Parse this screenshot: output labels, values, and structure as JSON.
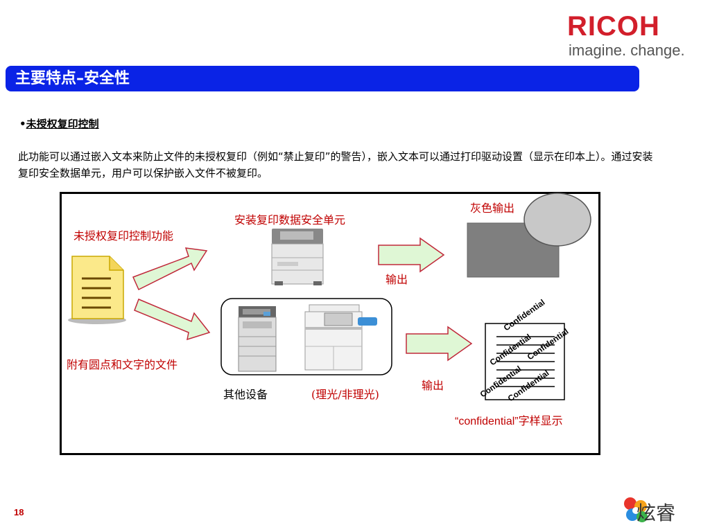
{
  "logo": {
    "word": "RICOH",
    "tagline": "imagine. change."
  },
  "title": "主要特点–安全性",
  "bullet": {
    "mark": "•",
    "text": "未授权复印控制"
  },
  "paragraph": "此功能可以通过嵌入文本来防止文件的未授权复印（例如“禁止复印”的警告），嵌入文本可以通过打印驱动设置（显示在印本上）。通过安装复印安全数据单元，用户可以保护嵌入文件不被复印。",
  "diagram": {
    "left_top_label": "未授权复印控制功能",
    "left_bottom_label": "附有圆点和文字的文件",
    "top_device_label": "安装复印数据安全单元",
    "output_label_top": "输出",
    "gray_output_label": "灰色输出",
    "other_devices_label": "其他设备",
    "paren_label": "(理光/非理光)",
    "output_label_bottom": "输出",
    "watermark_texts": [
      "Confidential",
      "Confidential",
      "Confidential",
      "Confidential",
      "Confidential"
    ],
    "confidential_caption": "“confidential”字样显示"
  },
  "footer": {
    "page_number": "18",
    "brand_text": "炫睿"
  },
  "colors": {
    "title_bar": "#0a23e6",
    "logo_red": "#d21f2b",
    "label_red": "#c00000",
    "arrow_fill": "#dff7d5",
    "arrow_stroke": "#c0283a"
  }
}
